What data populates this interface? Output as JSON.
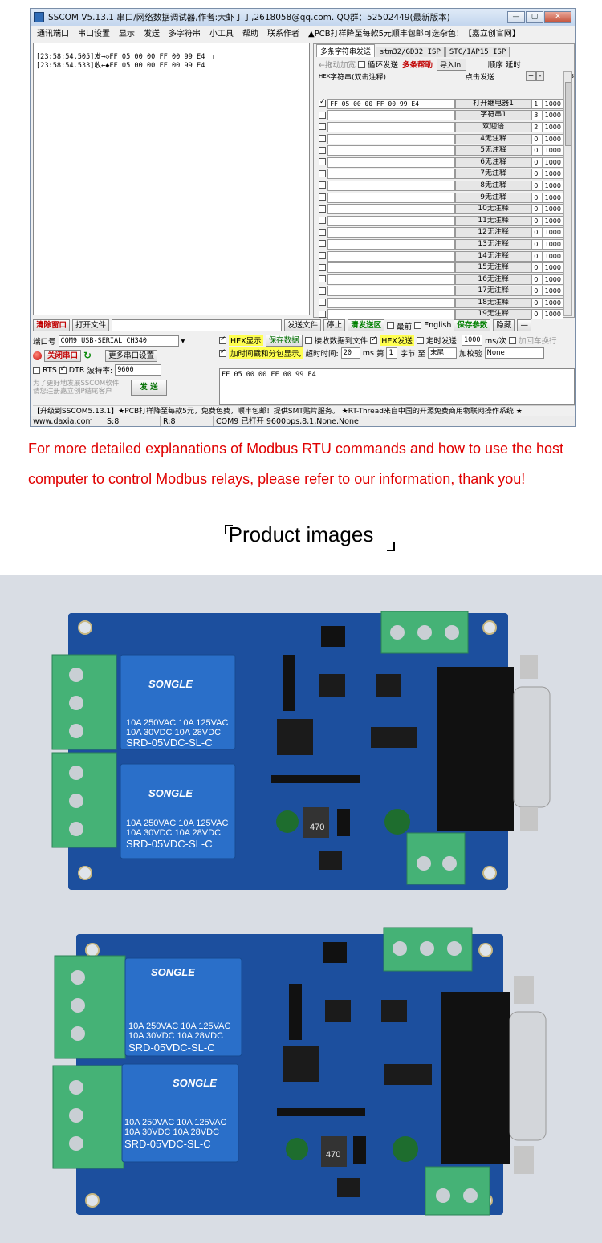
{
  "window": {
    "title": "SSCOM V5.13.1 串口/网络数据调试器,作者:大虾丁丁,2618058@qq.com. QQ群：52502449(最新版本)",
    "controls": [
      "—",
      "▢",
      "✕"
    ]
  },
  "menu": [
    "通讯端口",
    "串口设置",
    "显示",
    "发送",
    "多字符串",
    "小工具",
    "帮助",
    "联系作者",
    "▲PCB打样降至每款5元顺丰包邮可选杂色！【嘉立创官网】"
  ],
  "receive": {
    "lines": [
      "[23:58:54.505]发→◇FF 05 00 00 FF 00 99 E4 □",
      "[23:58:54.533]收←◆FF 05 00 00 FF 00 99 E4"
    ]
  },
  "multi": {
    "tabs": [
      "多条字符串发送",
      "stm32/GD32 ISP",
      "STC/IAP15 ISP"
    ],
    "drag_label": "←拖动加宽",
    "loop_label": "循环发送",
    "help_label": "多条帮助",
    "import_label": "导入ini",
    "order_label": "顺序",
    "delay_label": "延时",
    "hex_col": "HEX",
    "string_col": "字符串(双击注释)",
    "click_col": "点击发送",
    "plus": "+",
    "minus": "-",
    "ms_label": "ms",
    "rows": [
      {
        "hex": true,
        "value": "FF 05 00 00 FF 00 99 E4",
        "label": "打开继电器1",
        "order": "1",
        "delay": "1000"
      },
      {
        "hex": false,
        "value": "",
        "label": "字符串1",
        "order": "3",
        "delay": "1000"
      },
      {
        "hex": false,
        "value": "",
        "label": "欢迎语",
        "order": "2",
        "delay": "1000"
      },
      {
        "hex": false,
        "value": "",
        "label": "4无注释",
        "order": "0",
        "delay": "1000"
      },
      {
        "hex": false,
        "value": "",
        "label": "5无注释",
        "order": "0",
        "delay": "1000"
      },
      {
        "hex": false,
        "value": "",
        "label": "6无注释",
        "order": "0",
        "delay": "1000"
      },
      {
        "hex": false,
        "value": "",
        "label": "7无注释",
        "order": "0",
        "delay": "1000"
      },
      {
        "hex": false,
        "value": "",
        "label": "8无注释",
        "order": "0",
        "delay": "1000"
      },
      {
        "hex": false,
        "value": "",
        "label": "9无注释",
        "order": "0",
        "delay": "1000"
      },
      {
        "hex": false,
        "value": "",
        "label": "10无注释",
        "order": "0",
        "delay": "1000"
      },
      {
        "hex": false,
        "value": "",
        "label": "11无注释",
        "order": "0",
        "delay": "1000"
      },
      {
        "hex": false,
        "value": "",
        "label": "12无注释",
        "order": "0",
        "delay": "1000"
      },
      {
        "hex": false,
        "value": "",
        "label": "13无注释",
        "order": "0",
        "delay": "1000"
      },
      {
        "hex": false,
        "value": "",
        "label": "14无注释",
        "order": "0",
        "delay": "1000"
      },
      {
        "hex": false,
        "value": "",
        "label": "15无注释",
        "order": "0",
        "delay": "1000"
      },
      {
        "hex": false,
        "value": "",
        "label": "16无注释",
        "order": "0",
        "delay": "1000"
      },
      {
        "hex": false,
        "value": "",
        "label": "17无注释",
        "order": "0",
        "delay": "1000"
      },
      {
        "hex": false,
        "value": "",
        "label": "18无注释",
        "order": "0",
        "delay": "1000"
      },
      {
        "hex": false,
        "value": "",
        "label": "19无注释",
        "order": "0",
        "delay": "1000"
      }
    ]
  },
  "bar1": {
    "clear": "清除窗口",
    "open_file": "打开文件",
    "send_file": "发送文件",
    "stop": "停止",
    "clear_send": "清发送区",
    "topmost": "最前",
    "english": "English",
    "save_params": "保存参数",
    "hide": "隐藏",
    "dash": "—"
  },
  "port": {
    "port_label": "端口号",
    "port_value": "COM9 USB-SERIAL CH340",
    "close_port": "关闭串口",
    "more_settings": "更多串口设置",
    "rts": "RTS",
    "dtr": "DTR",
    "baud_label": "波特率:",
    "baud_value": "9600",
    "hint1": "为了更好地发展SSCOM软件",
    "hint2": "请您注册嘉立创P结尾客户",
    "send": "发 送"
  },
  "opts": {
    "hex_display": "HEX显示",
    "save_data": "保存数据",
    "recv_to_file": "接收数据到文件",
    "hex_send": "HEX发送",
    "timed_send": "定时发送:",
    "timed_value": "1000",
    "ms_per": "ms/次",
    "add_crlf": "加回车换行",
    "add_time": "加时间戳和分包显示,",
    "timeout_label": "超时时间:",
    "timeout_value": "20",
    "ms": "ms",
    "nth": "第",
    "byte_from": "1",
    "byte_label": "字节 至",
    "byte_to": "末尾",
    "checksum_label": "加校验",
    "checksum_value": "None"
  },
  "send_text": "FF 05 00 00 FF 00 99 E4",
  "ad_line": "【升级到SSCOM5.13.1】★PCB打样降至每款5元，免费色费，顺丰包邮！提供SMT贴片服务。 ★RT-Thread来自中国的开源免费商用物联网操作系统 ★",
  "status": {
    "site": "www.daxia.com",
    "sent": "S:8",
    "recv": "R:8",
    "state": "COM9 已打开  9600bps,8,1,None,None"
  },
  "note": "For more detailed explanations of Modbus RTU commands and how to use the host computer to control Modbus relays, please refer to our information, thank you!",
  "heading": "Product images",
  "boards": {
    "relay_brand": "SONGLE",
    "relay_line1": "10A 250VAC  10A 125VAC",
    "relay_line2": "10A  30VDC  10A  28VDC",
    "relay_model": "SRD-05VDC-SL-C",
    "inductor": "470"
  },
  "colors": {
    "pcb": "#1c4f9e",
    "terminal": "#45b276",
    "relay": "#2a6fc9",
    "background": "#d9dde4",
    "note": "#e00000"
  }
}
